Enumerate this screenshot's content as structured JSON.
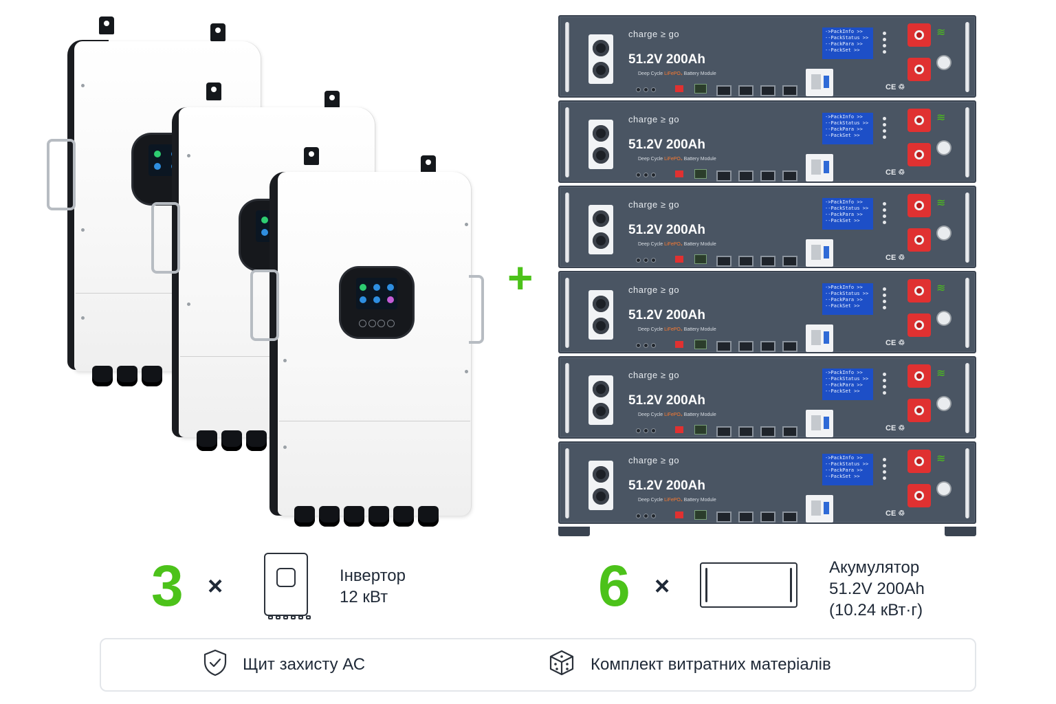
{
  "battery_module": {
    "brand": "charge ≥ go",
    "title": "51.2V 200Ah",
    "subtitle_prefix": "Deep Cycle ",
    "subtitle_chem": "LiFePO₄",
    "subtitle_suffix": " Battery Module",
    "screen_menu": [
      "->PackInfo >>",
      "--PackStatus >>",
      "--PackPara >>",
      "--PackSet >>"
    ],
    "ce_mark": "CE ♲",
    "count_displayed": 6
  },
  "plus_sign": "+",
  "summary": {
    "inverter": {
      "quantity": "3",
      "multiply": "×",
      "label_line1": "Інвертор",
      "label_line2": "12 кВт"
    },
    "battery": {
      "quantity": "6",
      "multiply": "×",
      "label_line1": "Акумулятор",
      "label_line2": "51.2V 200Ah",
      "label_line3": "(10.24 кВт·г)"
    }
  },
  "extras": [
    {
      "icon": "shield-check-icon",
      "label": "Щит захисту АС"
    },
    {
      "icon": "box-icon",
      "label": "Комплект витратних матеріалів"
    }
  ],
  "colors": {
    "accent": "#4cc21a",
    "text": "#1f2937",
    "battery_body": "#4a5563",
    "screen": "#1d4fc7",
    "terminal": "#e03131"
  }
}
